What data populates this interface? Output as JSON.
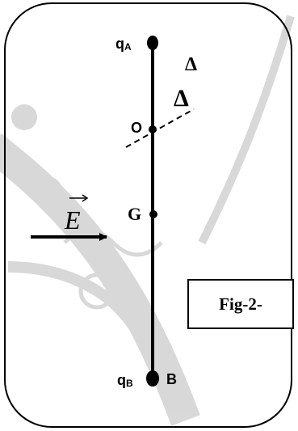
{
  "labels": {
    "qA_main": "q",
    "qA_sub": "A",
    "delta_top": "Δ",
    "delta_axis": "Δ",
    "O": "O",
    "G": "G",
    "E": "E",
    "qB_main": "q",
    "qB_sub": "B",
    "B": "B"
  },
  "figure_caption": "Fig-2-",
  "colors": {
    "line": "#000000",
    "watermark": "#b3b3b3"
  }
}
